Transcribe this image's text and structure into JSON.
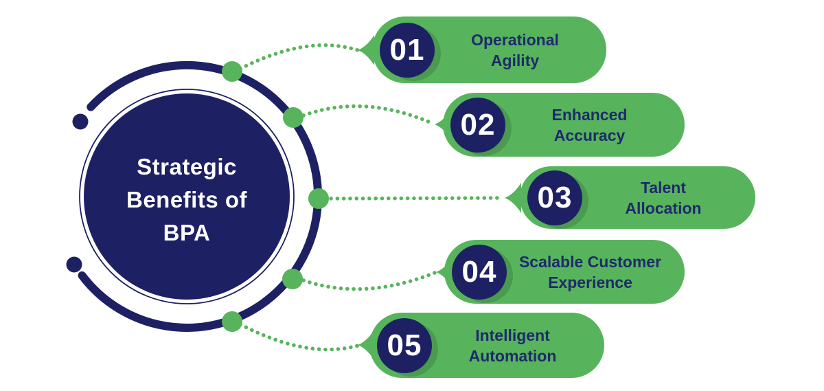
{
  "title": "Strategic Benefits of BPA",
  "center": {
    "lines": [
      "Strategic",
      "Benefits of",
      "BPA"
    ]
  },
  "items": [
    {
      "number": "01",
      "label": "Operational Agility",
      "lines": [
        "Operational",
        "Agility"
      ]
    },
    {
      "number": "02",
      "label": "Enhanced Accuracy",
      "lines": [
        "Enhanced",
        "Accuracy"
      ]
    },
    {
      "number": "03",
      "label": "Talent Allocation",
      "lines": [
        "Talent",
        "Allocation"
      ]
    },
    {
      "number": "04",
      "label": "Scalable Customer Experience",
      "lines": [
        "Scalable Customer",
        "Experience"
      ]
    },
    {
      "number": "05",
      "label": "Intelligent Automation",
      "lines": [
        "Intelligent",
        "Automation"
      ]
    }
  ],
  "colors": {
    "navy": "#1d2164",
    "green": "#57b45c",
    "label-navy": "#1e2a6b",
    "white": "#ffffff"
  }
}
